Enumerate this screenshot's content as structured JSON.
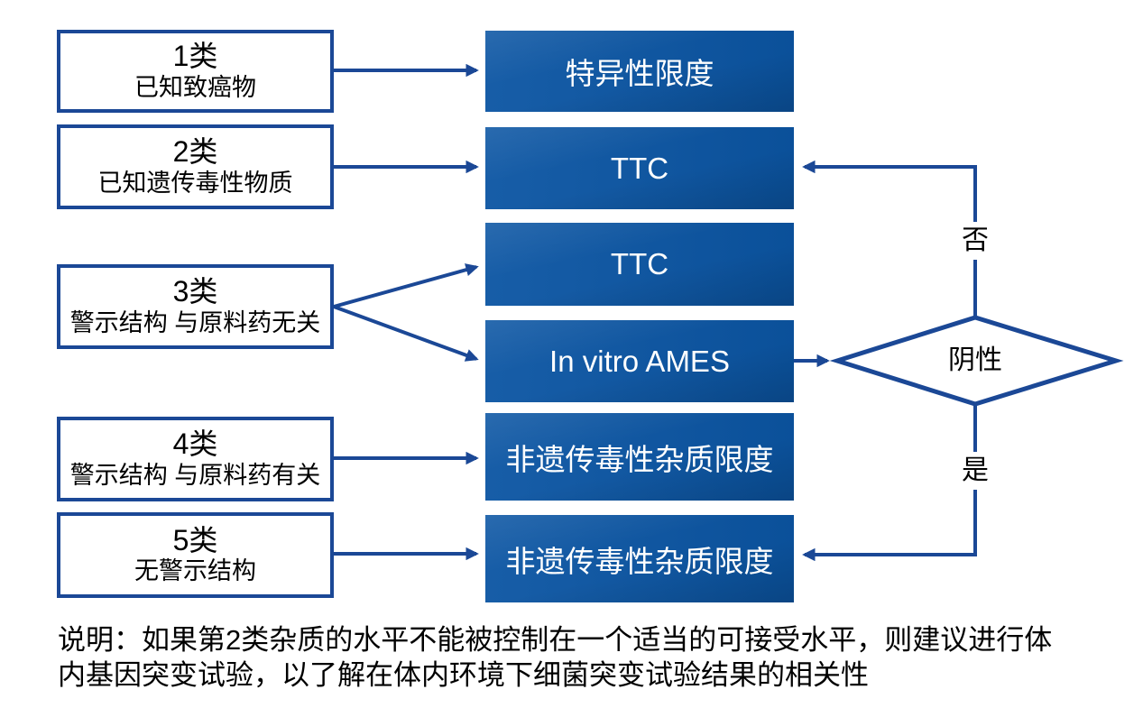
{
  "diagram": {
    "title_hint": "杂质分类控制流程图",
    "left_boxes": [
      {
        "title": "1类",
        "subtitle": "已知致癌物"
      },
      {
        "title": "2类",
        "subtitle": "已知遗传毒性物质"
      },
      {
        "title": "3类",
        "subtitle": "警示结构 与原料药无关"
      },
      {
        "title": "4类",
        "subtitle": "警示结构 与原料药有关"
      },
      {
        "title": "5类",
        "subtitle": "无警示结构"
      }
    ],
    "right_boxes": [
      "特异性限度",
      "TTC",
      "TTC",
      "In vitro AMES",
      "非遗传毒性杂质限度",
      "非遗传毒性杂质限度"
    ],
    "decision": {
      "label": "阴性",
      "no_label": "否",
      "yes_label": "是"
    },
    "note": {
      "line1": "说明：如果第2类杂质的水平不能被控制在一个适当的可接受水平，则建议进行体",
      "line2": "内基因突变试验，以了解在体内环境下细菌突变试验结果的相关性"
    },
    "colors": {
      "box_fill_blue": "#0b55a3",
      "line_navy": "#1b4896",
      "text_dark": "#000000",
      "text_light": "#ffffff",
      "background": "#ffffff"
    }
  }
}
